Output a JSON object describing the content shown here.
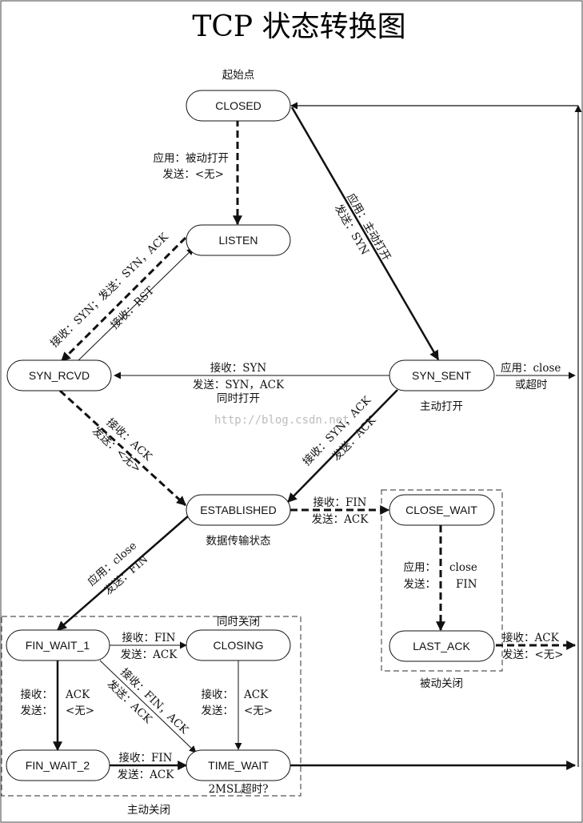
{
  "title": "TCP 状态转换图",
  "watermark": "http://blog.csdn.net",
  "states": {
    "closed": "CLOSED",
    "listen": "LISTEN",
    "syn_rcvd": "SYN_RCVD",
    "syn_sent": "SYN_SENT",
    "established": "ESTABLISHED",
    "close_wait": "CLOSE_WAIT",
    "last_ack": "LAST_ACK",
    "fin_wait_1": "FIN_WAIT_1",
    "closing": "CLOSING",
    "fin_wait_2": "FIN_WAIT_2",
    "time_wait": "TIME_WAIT"
  },
  "notes": {
    "start_point": "起始点",
    "active_open": "主动打开",
    "data_transfer": "数据传输状态",
    "simultaneous_open": "同时打开",
    "simultaneous_close": "同时关闭",
    "passive_close": "被动关闭",
    "active_close": "主动关闭",
    "two_msl": "2MSL超时?"
  },
  "labels": {
    "closed_listen_1": "应用：被动打开",
    "closed_listen_2": "发送：<无>",
    "closed_synsent_1": "应用：主动打开",
    "closed_synsent_2": "发送：SYN",
    "listen_synrcvd_1": "接收：SYN；发送：SYN，ACK",
    "synrcvd_listen_1": "接收：RST",
    "synsent_synrcvd_1": "接收：SYN",
    "synsent_synrcvd_2": "发送：SYN，ACK",
    "synsent_close_1": "应用：close",
    "synsent_close_2": "或超时",
    "synrcvd_est_1": "接收：ACK",
    "synrcvd_est_2": "发送：<无>",
    "synsent_est_1": "接收：SYN，ACK",
    "synsent_est_2": "发送：ACK",
    "est_closewait_1": "接收：FIN",
    "est_closewait_2": "发送：ACK",
    "closewait_lastack_1": "应用：",
    "closewait_lastack_1b": "close",
    "closewait_lastack_2": "发送：",
    "closewait_lastack_2b": "FIN",
    "lastack_closed_1": "接收：ACK",
    "lastack_closed_2": "发送：<无>",
    "est_finwait1_1": "应用：close",
    "est_finwait1_2": "发送：FIN",
    "fw1_closing_1": "接收：FIN",
    "fw1_closing_2": "发送：ACK",
    "fw1_fw2_1a": "接收：",
    "fw1_fw2_1b": "ACK",
    "fw1_fw2_2a": "发送：",
    "fw1_fw2_2b": "<无>",
    "closing_tw_1a": "接收：",
    "closing_tw_1b": "ACK",
    "closing_tw_2a": "发送：",
    "closing_tw_2b": "<无>",
    "fw1_tw_1": "接收：FIN，ACK",
    "fw1_tw_2": "发送：ACK",
    "fw2_tw_1": "接收：FIN",
    "fw2_tw_2": "发送：ACK"
  }
}
